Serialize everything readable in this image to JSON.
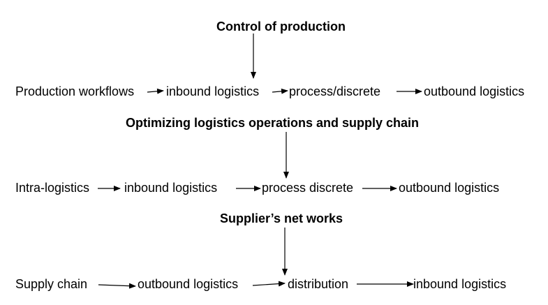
{
  "colors": {
    "background": "#ffffff",
    "text": "#000000",
    "arrow": "#000000"
  },
  "sections": [
    {
      "heading": "Control of production",
      "flow": [
        "Production workflows",
        "inbound logistics",
        "process/discrete",
        "outbound logistics"
      ]
    },
    {
      "heading": "Optimizing logistics operations and supply chain",
      "flow": [
        "Intra-logistics",
        "inbound logistics",
        "process discrete",
        "outbound logistics"
      ]
    },
    {
      "heading": "Supplier’s net works",
      "flow": [
        "Supply chain",
        "outbound logistics",
        "distribution",
        "inbound logistics"
      ]
    }
  ]
}
